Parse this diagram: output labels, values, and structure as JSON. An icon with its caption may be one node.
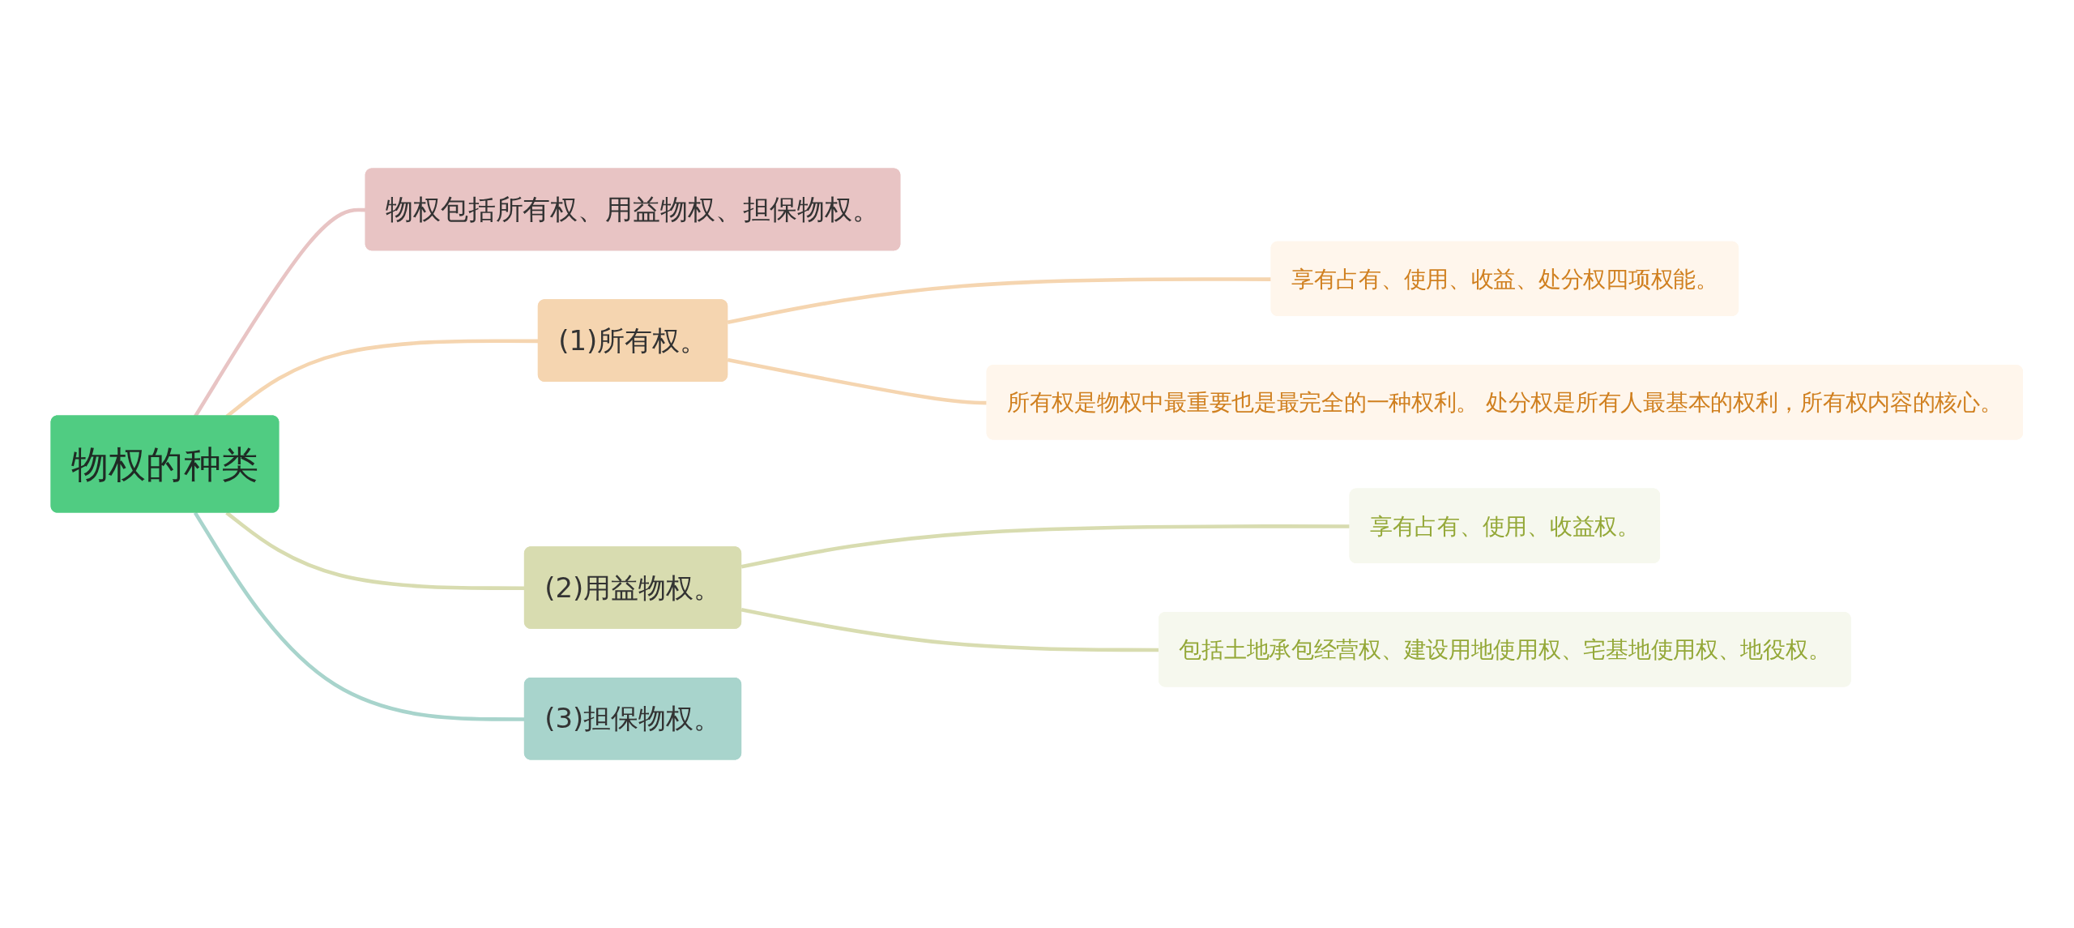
{
  "diagram": {
    "nodes": [
      {
        "text": [
          "物权的种类"
        ]
      },
      {
        "text": [
          "物权包括所有权、用益物权、担保物权。"
        ]
      },
      {
        "text": [
          "(1)所有权。"
        ]
      },
      {
        "text": [
          "享有占有、使用、收益、处分权四项权能。"
        ]
      },
      {
        "text": [
          "所有权是物权中最重要也是最完全的一种权利。 处分权是所有人最基本的权利，所有权内容的核心。"
        ]
      },
      {
        "text": [
          "(2)用益物权。"
        ]
      },
      {
        "text": [
          "享有占有、使用、收益权。"
        ]
      },
      {
        "text": [
          "包括土地承包经营权、建设用地使用权、宅基地使用权、地役权。"
        ]
      },
      {
        "text": [
          "(3)担保物权。"
        ]
      }
    ],
    "edges": [
      {
        "from": 0,
        "to": 1,
        "arrow": "none",
        "color": "#e8c4c4"
      },
      {
        "from": 0,
        "to": 2,
        "arrow": "none",
        "color": "#f5d5b0"
      },
      {
        "from": 2,
        "to": 3,
        "arrow": "none",
        "color": "#f5d5b0"
      },
      {
        "from": 2,
        "to": 4,
        "arrow": "none",
        "color": "#f5d5b0"
      },
      {
        "from": 0,
        "to": 5,
        "arrow": "none",
        "color": "#d8dcb0"
      },
      {
        "from": 5,
        "to": 6,
        "arrow": "none",
        "color": "#d8dcb0"
      },
      {
        "from": 5,
        "to": 7,
        "arrow": "none",
        "color": "#d8dcb0"
      },
      {
        "from": 0,
        "to": 8,
        "arrow": "none",
        "color": "#a8d4cc"
      }
    ]
  }
}
